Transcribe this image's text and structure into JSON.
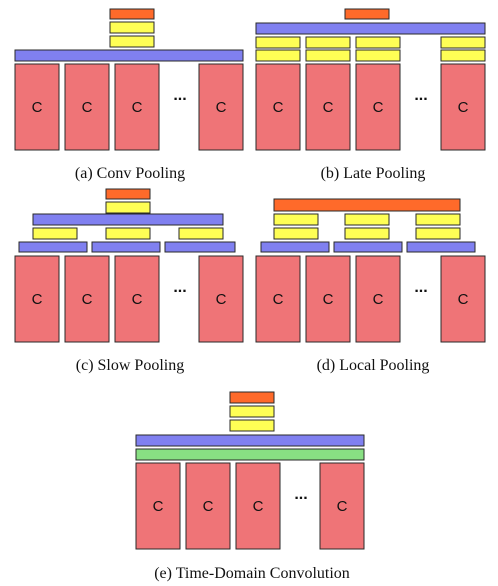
{
  "conv_label": "C",
  "ellipsis": "...",
  "colors": {
    "conv": "#ef7477",
    "pooling": "#8080f0",
    "fully_connected": "#ffff55",
    "softmax": "#ff6a2a",
    "temporal_conv": "#88e083"
  },
  "panels": [
    {
      "id": "a",
      "caption": "(a) Conv Pooling"
    },
    {
      "id": "b",
      "caption": "(b) Late Pooling"
    },
    {
      "id": "c",
      "caption": "(c) Slow Pooling"
    },
    {
      "id": "d",
      "caption": "(d) Local Pooling"
    },
    {
      "id": "e",
      "caption": "(e) Time-Domain Convolution"
    }
  ]
}
